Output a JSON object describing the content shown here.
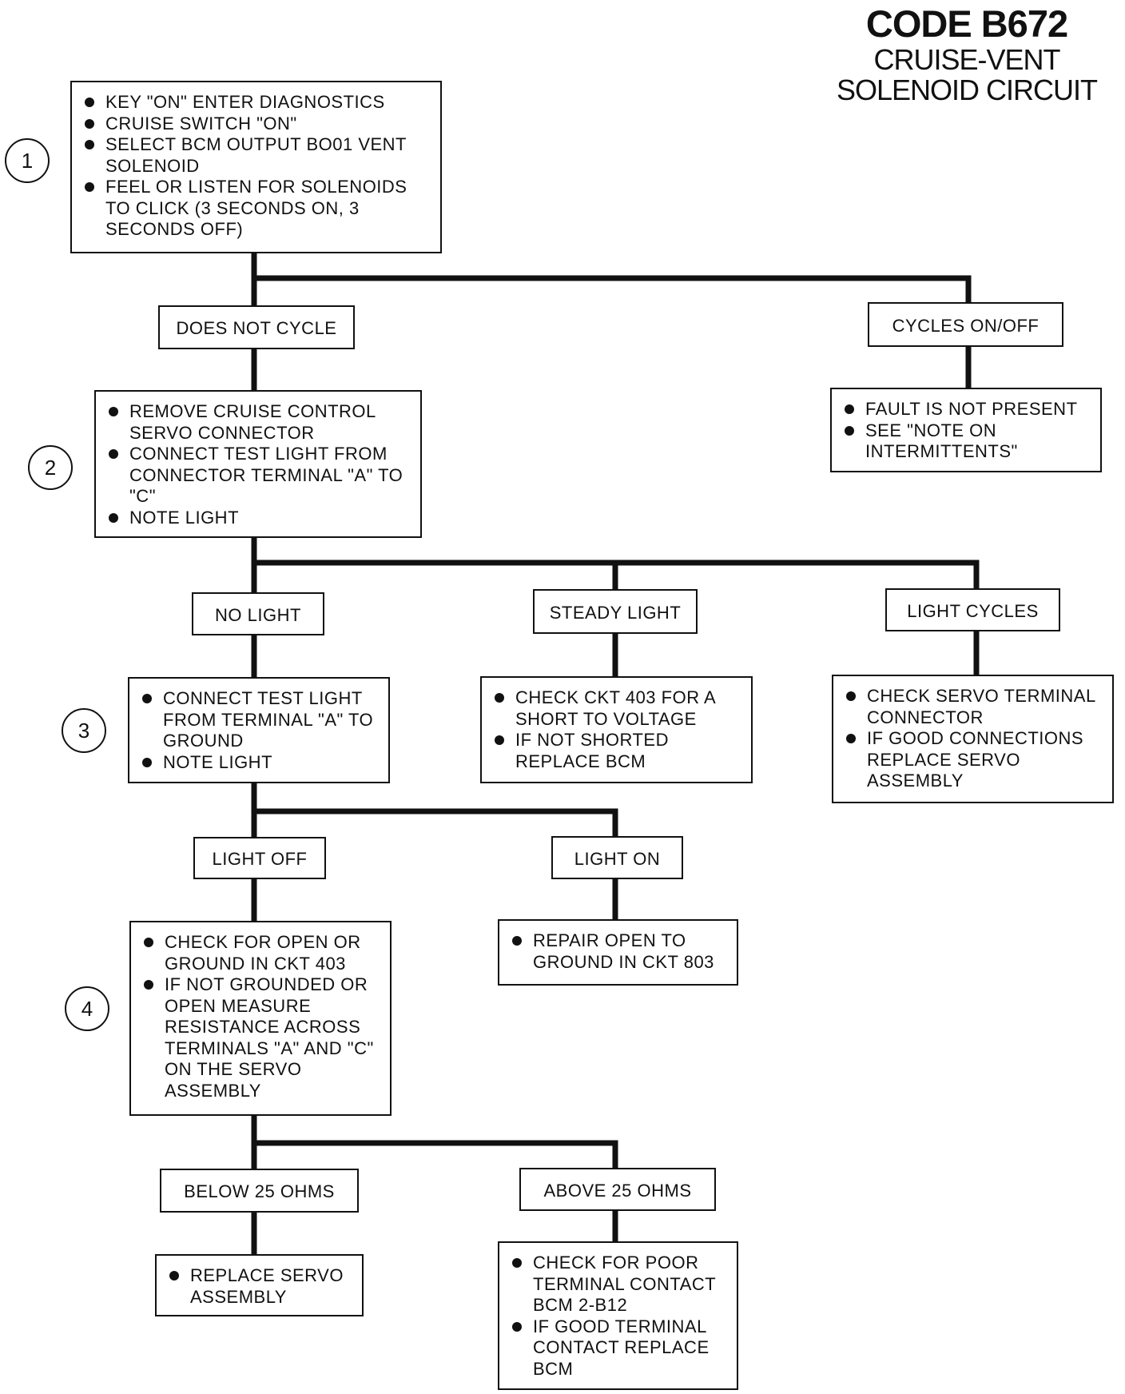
{
  "header": {
    "code": "CODE B672",
    "title_line1": "CRUISE-VENT",
    "title_line2": "SOLENOID CIRCUIT"
  },
  "steps": [
    "1",
    "2",
    "3",
    "4"
  ],
  "boxes": {
    "step1": [
      "KEY \"ON\" ENTER DIAGNOSTICS",
      "CRUISE SWITCH \"ON\"",
      "SELECT BCM OUTPUT BO01 VENT SOLENOID",
      "FEEL OR LISTEN FOR SOLENOIDS TO CLICK (3 SECONDS ON, 3 SECONDS OFF)"
    ],
    "cycles_result": [
      "FAULT IS NOT PRESENT",
      "SEE \"NOTE ON INTERMITTENTS\""
    ],
    "step2": [
      "REMOVE CRUISE CONTROL SERVO CONNECTOR",
      "CONNECT TEST LIGHT FROM CONNECTOR TERMINAL \"A\" TO \"C\"",
      "NOTE LIGHT"
    ],
    "step3": [
      "CONNECT TEST LIGHT FROM TERMINAL \"A\" TO GROUND",
      "NOTE LIGHT"
    ],
    "steady_result": [
      "CHECK CKT 403 FOR A SHORT TO VOLTAGE",
      "IF NOT SHORTED REPLACE BCM"
    ],
    "light_cycles_result": [
      "CHECK SERVO TERMINAL CONNECTOR",
      "IF GOOD CONNECTIONS REPLACE SERVO ASSEMBLY"
    ],
    "step4": [
      "CHECK FOR OPEN OR GROUND IN CKT 403",
      "IF NOT GROUNDED OR OPEN MEASURE RESISTANCE ACROSS TERMINALS \"A\" AND \"C\" ON THE SERVO ASSEMBLY"
    ],
    "light_on_result": [
      "REPAIR OPEN TO GROUND IN CKT 803"
    ],
    "below_result": [
      "REPLACE SERVO ASSEMBLY"
    ],
    "above_result": [
      "CHECK FOR POOR TERMINAL CONTACT BCM 2-B12",
      "IF GOOD TERMINAL CONTACT REPLACE BCM"
    ]
  },
  "labels": {
    "does_not_cycle": "DOES NOT CYCLE",
    "cycles_on_off": "CYCLES ON/OFF",
    "no_light": "NO LIGHT",
    "steady_light": "STEADY LIGHT",
    "light_cycles": "LIGHT CYCLES",
    "light_off": "LIGHT OFF",
    "light_on": "LIGHT ON",
    "below_25": "BELOW 25 OHMS",
    "above_25": "ABOVE 25 OHMS"
  }
}
